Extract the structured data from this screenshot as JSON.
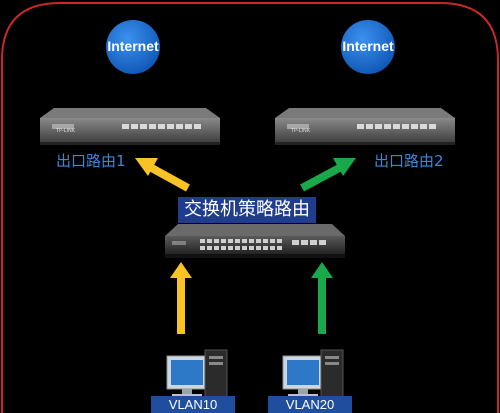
{
  "colors": {
    "frame": "#c62828",
    "internet": "#1a6fd0",
    "arrow_yellow": "#f7c325",
    "arrow_green": "#19a84a",
    "router_label": "#3d86d6",
    "switch_label_bg": "#1f3d8c",
    "vlan_label_bg": "#1f4e9e"
  },
  "internet": [
    "Internet",
    "Internet"
  ],
  "routers": [
    {
      "brand": "TP-LINK",
      "label": "出口路由1"
    },
    {
      "brand": "TP-LINK",
      "label": "出口路由2"
    }
  ],
  "switch": {
    "label": "交换机策略路由"
  },
  "vlans": [
    "VLAN10",
    "VLAN20"
  ],
  "icons": [
    "globe-icon",
    "router-icon",
    "switch-icon",
    "computer-icon",
    "arrow-icon"
  ]
}
